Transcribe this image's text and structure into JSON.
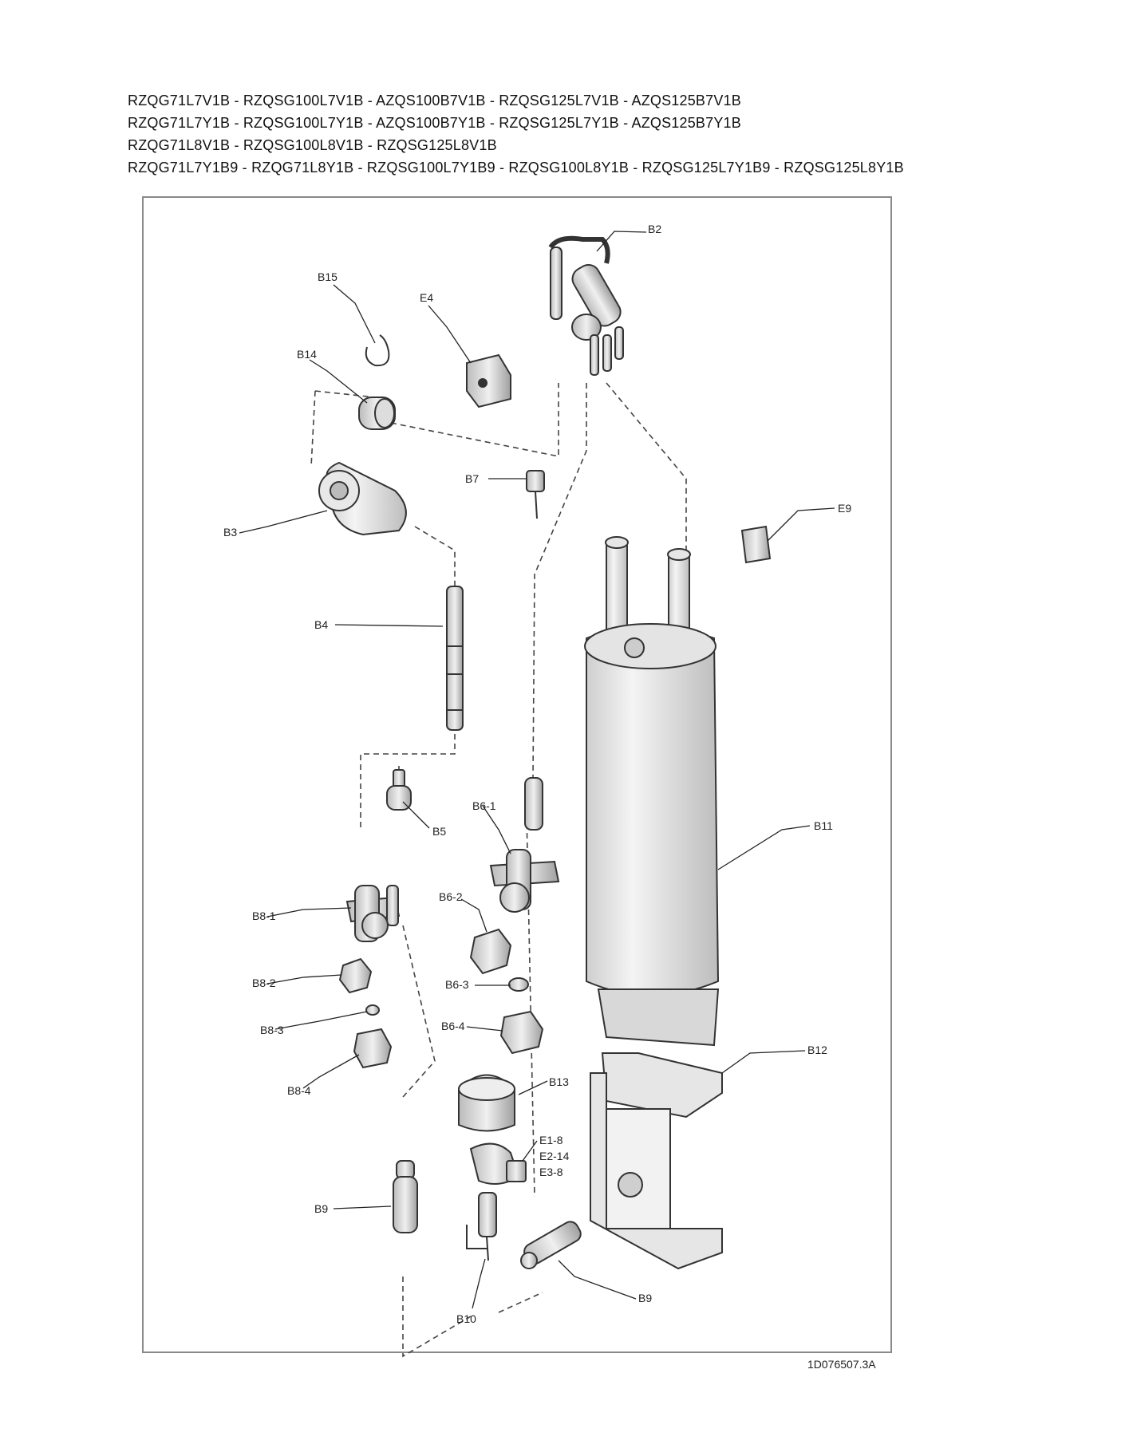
{
  "header": {
    "model_lines": [
      "RZQG71L7V1B - RZQSG100L7V1B - AZQS100B7V1B - RZQSG125L7V1B - AZQS125B7V1B",
      "RZQG71L7Y1B - RZQSG100L7Y1B - AZQS100B7Y1B - RZQSG125L7Y1B - AZQS125B7Y1B",
      "RZQG71L8V1B - RZQSG100L8V1B - RZQSG125L8V1B",
      "RZQG71L7Y1B9 - RZQG71L8Y1B - RZQSG100L7Y1B9 - RZQSG100L8Y1B - RZQSG125L7Y1B9 - RZQSG125L8Y1B"
    ]
  },
  "parts": {
    "b2": "B2",
    "b15": "B15",
    "e4": "E4",
    "b14": "B14",
    "b7": "B7",
    "b3": "B3",
    "e9": "E9",
    "b4": "B4",
    "b5": "B5",
    "b6_1": "B6-1",
    "b11": "B11",
    "b8_1": "B8-1",
    "b6_2": "B6-2",
    "b8_2": "B8-2",
    "b6_3": "B6-3",
    "b8_3": "B8-3",
    "b6_4": "B6-4",
    "b8_4": "B8-4",
    "b12": "B12",
    "b13": "B13",
    "e1": "E1-8",
    "e2": "E2-14",
    "e3": "E3-8",
    "b9_left": "B9",
    "b9_right": "B9",
    "b10": "B10"
  },
  "footer": {
    "drawing_code": "1D076507.3A"
  }
}
